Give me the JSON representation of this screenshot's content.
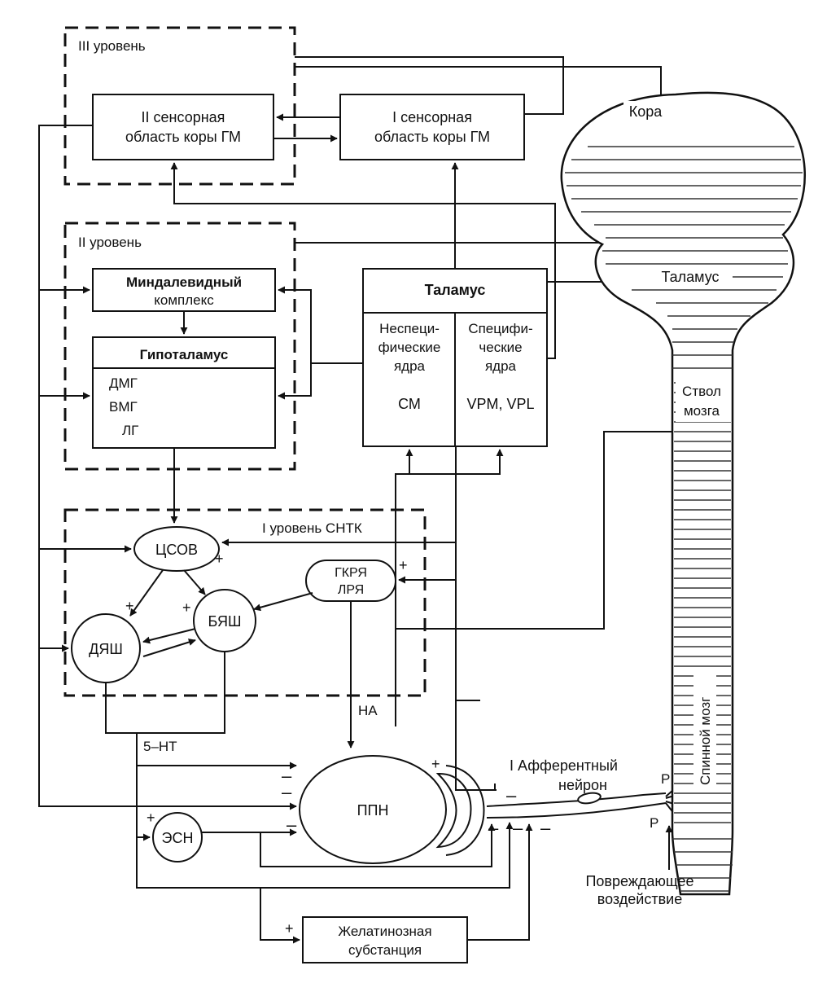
{
  "levels": {
    "level3": "III уровень",
    "level2": "II уровень",
    "level1": "I уровень СНТК"
  },
  "cortex": {
    "sensory2": [
      "II сенсорная",
      "область коры ГМ"
    ],
    "sensory1": [
      "I сенсорная",
      "область коры ГМ"
    ]
  },
  "limbic": {
    "amygdala": [
      "Миндалевидный",
      "комплекс"
    ],
    "hypothalamus": "Гипоталамус",
    "nuclei": [
      "ДМГ",
      "ВМГ",
      "ЛГ"
    ]
  },
  "thalamus": {
    "title": "Таламус",
    "nonspecific": [
      "Неспеци-",
      "фические",
      "ядра"
    ],
    "nonspecific_abbr": "СМ",
    "specific": [
      "Специфи-",
      "ческие",
      "ядра"
    ],
    "specific_abbr": "VPM, VPL"
  },
  "nodes": {
    "tssov": "ЦСОВ",
    "gkrya": [
      "ГКРЯ",
      "ЛРЯ"
    ],
    "dyash": "ДЯШ",
    "byash": "БЯШ",
    "ppn": "ППН",
    "esn": "ЭСН",
    "gelatinosa": [
      "Желатинозная",
      "субстанция"
    ]
  },
  "labels": {
    "na": "НА",
    "ht5": "5–НТ",
    "afferent": [
      "I Афферентный",
      "нейрон"
    ],
    "receptor": "Р",
    "damage": [
      "Повреждающее",
      "воздействие"
    ]
  },
  "brain": {
    "cortex": "Кора",
    "thalamus": "Таламус",
    "brainstem": [
      "Ствол",
      "мозга"
    ],
    "spinal": "Спинной мозг"
  },
  "signs": {
    "plus": "+",
    "minus": "–"
  }
}
